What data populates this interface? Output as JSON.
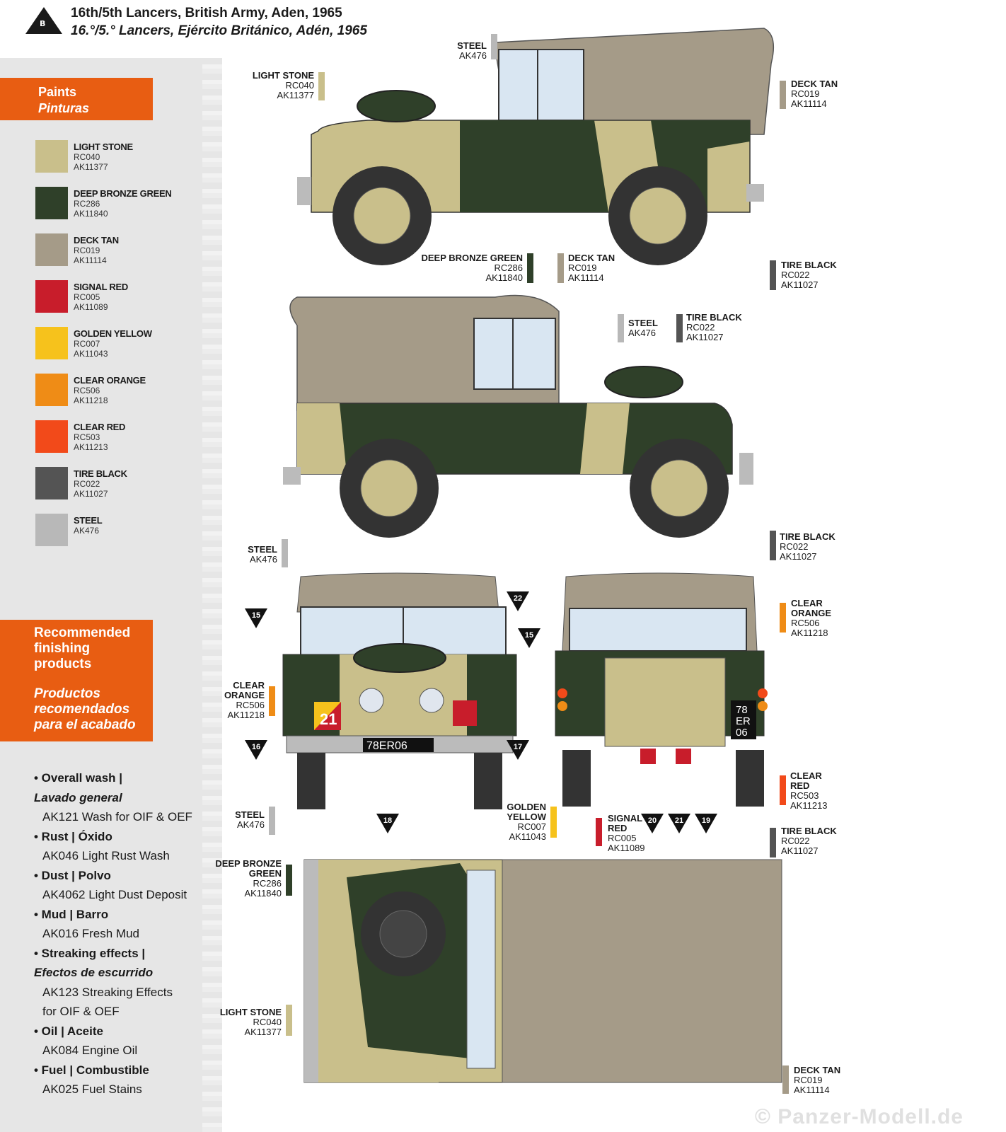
{
  "header": {
    "badge": "B",
    "title_en": "16th/5th Lancers, British Army, Aden, 1965",
    "title_es": "16.°/5.° Lancers, Ejército Británico, Adén, 1965"
  },
  "paints": {
    "title_en": "Paints",
    "title_es": "Pinturas",
    "items": [
      {
        "name": "LIGHT STONE",
        "code1": "RC040",
        "code2": "AK11377",
        "color": "#c9bf8b"
      },
      {
        "name": "DEEP BRONZE GREEN",
        "code1": "RC286",
        "code2": "AK11840",
        "color": "#2f4029"
      },
      {
        "name": "DECK TAN",
        "code1": "RC019",
        "code2": "AK11114",
        "color": "#a59b88"
      },
      {
        "name": "SIGNAL RED",
        "code1": "RC005",
        "code2": "AK11089",
        "color": "#c81d2b"
      },
      {
        "name": "GOLDEN YELLOW",
        "code1": "RC007",
        "code2": "AK11043",
        "color": "#f6c21c"
      },
      {
        "name": "CLEAR ORANGE",
        "code1": "RC506",
        "code2": "AK11218",
        "color": "#ef8c16"
      },
      {
        "name": "CLEAR RED",
        "code1": "RC503",
        "code2": "AK11213",
        "color": "#f24a1a"
      },
      {
        "name": "TIRE BLACK",
        "code1": "RC022",
        "code2": "AK11027",
        "color": "#545454"
      },
      {
        "name": "STEEL",
        "code1": "AK476",
        "code2": "",
        "color": "#b8b8b8"
      }
    ]
  },
  "finishing": {
    "title_en": "Recommended finishing products",
    "title_es": "Productos recomendados para el acabado",
    "lines": [
      {
        "text": "• Overall wash |",
        "style": "head"
      },
      {
        "text": "Lavado general",
        "style": "es"
      },
      {
        "text": "AK121 Wash for OIF & OEF",
        "style": "prod"
      },
      {
        "text": "• Rust | Óxido",
        "style": "head"
      },
      {
        "text": "AK046 Light Rust Wash",
        "style": "prod"
      },
      {
        "text": "• Dust | Polvo",
        "style": "head"
      },
      {
        "text": "AK4062 Light Dust Deposit",
        "style": "prod"
      },
      {
        "text": "• Mud | Barro",
        "style": "head"
      },
      {
        "text": "AK016 Fresh Mud",
        "style": "prod"
      },
      {
        "text": "• Streaking effects |",
        "style": "head"
      },
      {
        "text": "Efectos de escurrido",
        "style": "es"
      },
      {
        "text": "AK123 Streaking Effects",
        "style": "prod"
      },
      {
        "text": "for OIF & OEF",
        "style": "prod"
      },
      {
        "text": "• Oil | Aceite",
        "style": "head"
      },
      {
        "text": "AK084 Engine Oil",
        "style": "prod"
      },
      {
        "text": "• Fuel | Combustible",
        "style": "head"
      },
      {
        "text": "AK025 Fuel Stains",
        "style": "prod"
      }
    ]
  },
  "callouts": {
    "steel": "STEEL",
    "steel_code": "AK476",
    "light_stone": "LIGHT STONE",
    "ls1": "RC040",
    "ls2": "AK11377",
    "deck_tan": "DECK TAN",
    "dt1": "RC019",
    "dt2": "AK11114",
    "dbg": "DEEP BRONZE GREEN",
    "dbg_a": "DEEP BRONZE",
    "dbg_b": "GREEN",
    "dbg1": "RC286",
    "dbg2": "AK11840",
    "tire_black": "TIRE BLACK",
    "tb1": "RC022",
    "tb2": "AK11027",
    "clear_a": "CLEAR",
    "orange_b": "ORANGE",
    "co1": "RC506",
    "co2": "AK11218",
    "red_b": "RED",
    "cr1": "RC503",
    "cr2": "AK11213",
    "golden_a": "GOLDEN",
    "yellow_b": "YELLOW",
    "gy1": "RC007",
    "gy2": "AK11043",
    "signal_a": "SIGNAL",
    "sr1": "RC005",
    "sr2": "AK11089"
  },
  "markers": [
    "15",
    "22",
    "16",
    "17",
    "18",
    "15",
    "20",
    "21",
    "19"
  ],
  "plates": {
    "front": "78ER06",
    "rear_1": "78",
    "rear_2": "ER",
    "rear_3": "06",
    "bumper_tac": "21"
  },
  "watermark": "© Panzer-Modell.de"
}
